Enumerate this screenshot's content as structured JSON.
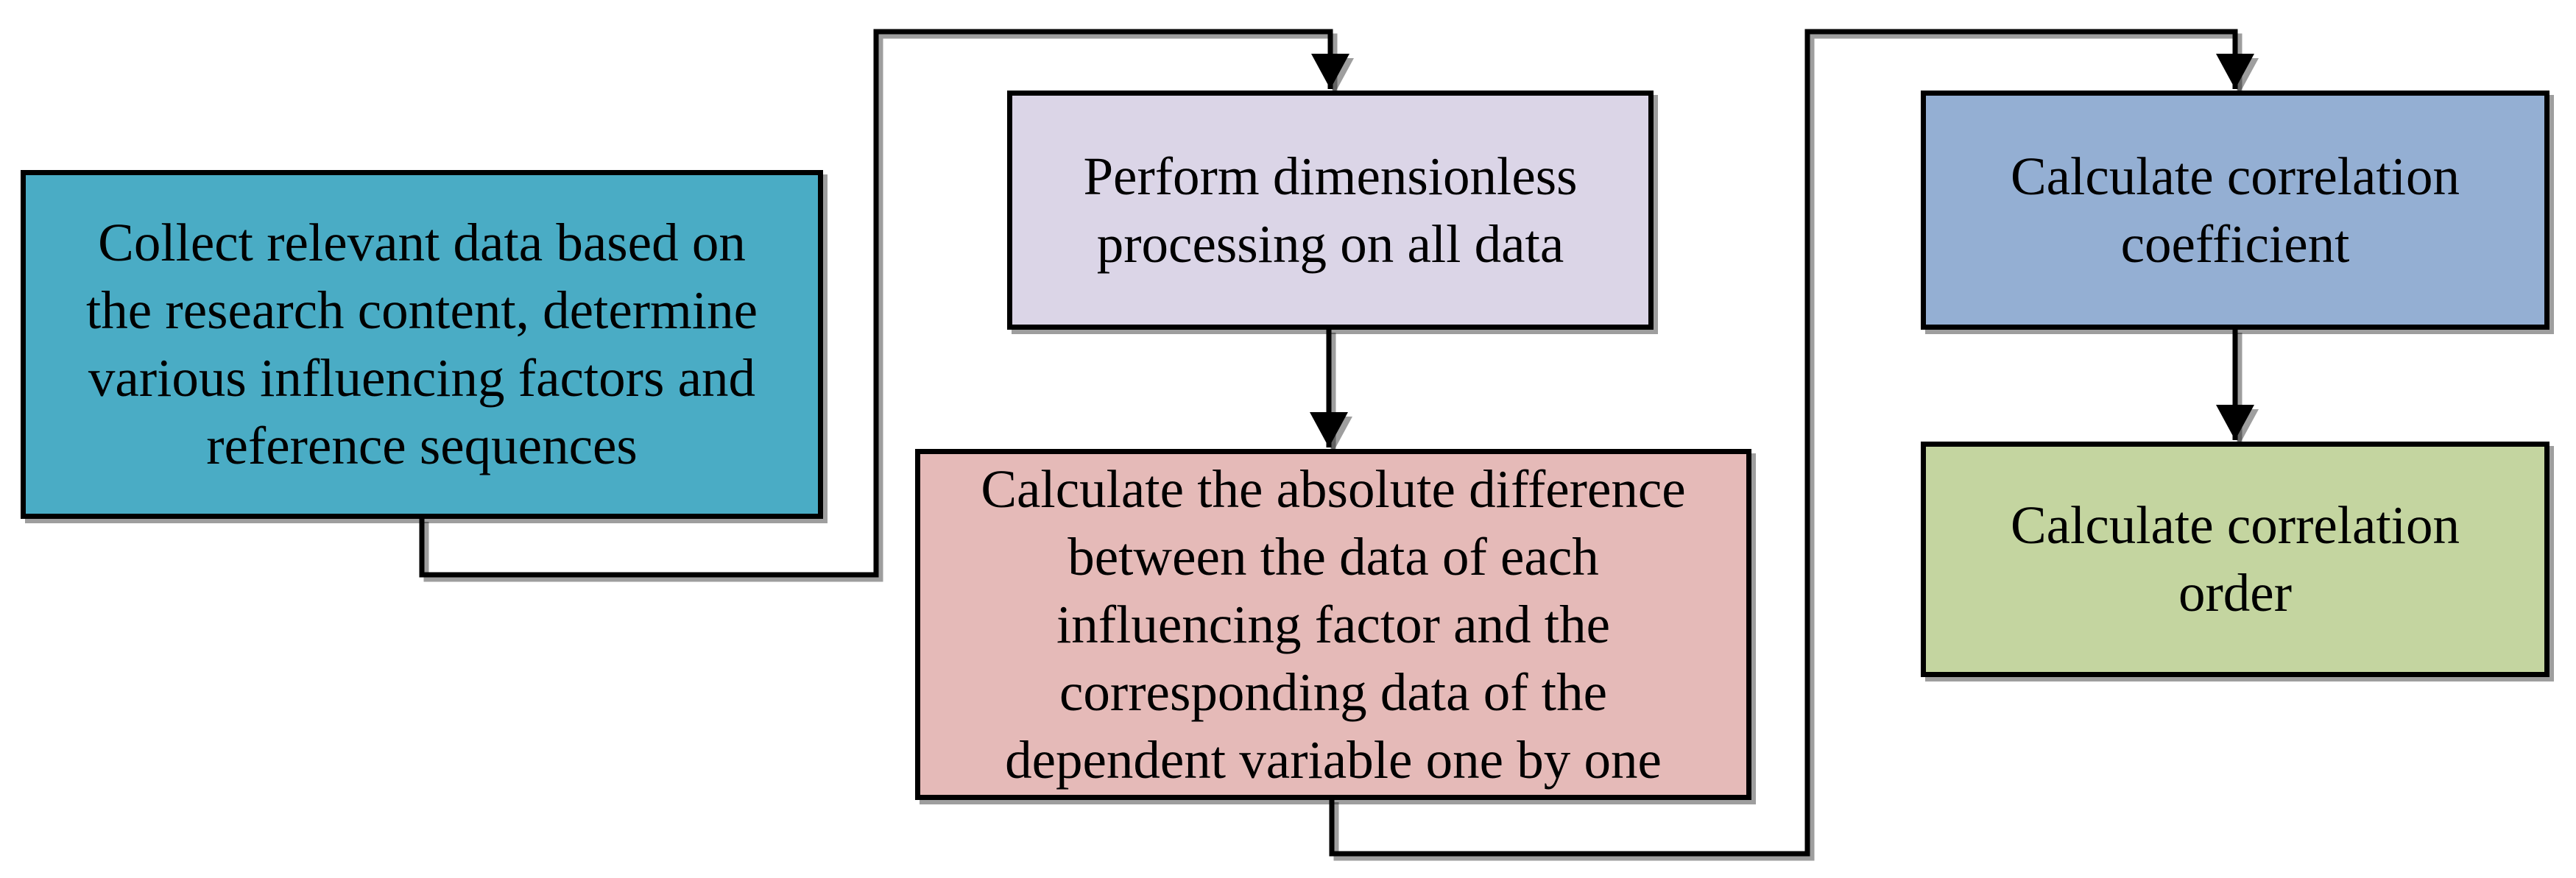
{
  "diagram": {
    "background": "#ffffff",
    "line_color": "#000000",
    "text_color": "#000000",
    "boxes": [
      {
        "id": "collect-data",
        "label": "Collect relevant data based on\nthe research content, determine\nvarious influencing factors and\nreference sequences",
        "fill": "#4aacc5"
      },
      {
        "id": "dimensionless-processing",
        "label": "Perform dimensionless\nprocessing on all data",
        "fill": "#dbd5e7"
      },
      {
        "id": "absolute-difference",
        "label": "Calculate the absolute difference\nbetween the data of each\ninfluencing factor and the\ncorresponding data of the\ndependent variable one by one",
        "fill": "#e5bab8"
      },
      {
        "id": "correlation-coefficient",
        "label": "Calculate correlation\ncoefficient",
        "fill": "#94afd3"
      },
      {
        "id": "correlation-order",
        "label": "Calculate correlation\norder",
        "fill": "#c4d5a0"
      }
    ],
    "connectors": [
      {
        "from": "collect-data",
        "to": "dimensionless-processing"
      },
      {
        "from": "dimensionless-processing",
        "to": "absolute-difference"
      },
      {
        "from": "absolute-difference",
        "to": "correlation-coefficient"
      },
      {
        "from": "correlation-coefficient",
        "to": "correlation-order"
      }
    ]
  }
}
